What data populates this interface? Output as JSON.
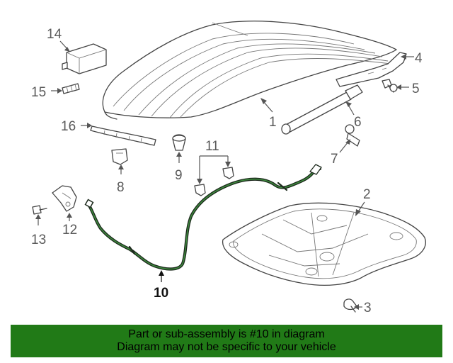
{
  "callouts": {
    "c1": "1",
    "c2": "2",
    "c3": "3",
    "c4": "4",
    "c5": "5",
    "c6": "6",
    "c7": "7",
    "c8": "8",
    "c9": "9",
    "c10": "10",
    "c11": "11",
    "c12": "12",
    "c13": "13",
    "c14": "14",
    "c15": "15",
    "c16": "16"
  },
  "highlighted_part": "10",
  "banner": {
    "line1": "Part or sub-assembly is #10 in diagram",
    "line2": "Diagram may not be specific to your vehicle"
  },
  "colors": {
    "banner_bg": "#217a17",
    "highlight_part": "#3d8a3d",
    "line_art": "#444444"
  }
}
